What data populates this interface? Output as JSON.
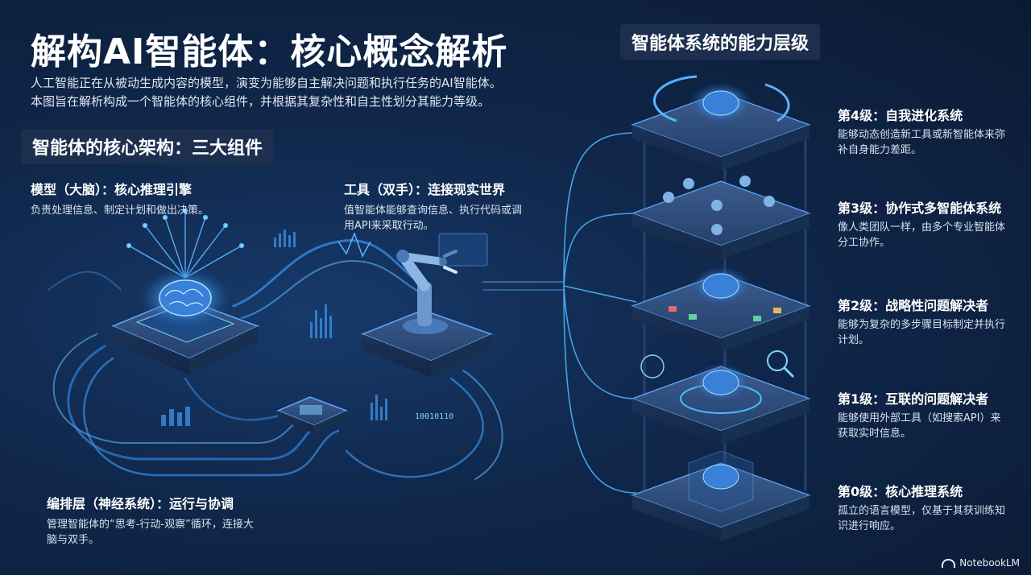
{
  "header": {
    "title": "解构AI智能体：核心概念解析",
    "intro_line1": "人工智能正在从被动生成内容的模型，演变为能够自主解决问题和执行任务的AI智能体。",
    "intro_line2": "本图旨在解析构成一个智能体的核心组件，并根据其复杂性和自主性划分其能力等级。"
  },
  "architecture": {
    "heading": "智能体的核心架构：三大组件",
    "components": [
      {
        "title": "模型（大脑）：核心推理引擎",
        "desc": "负责处理信息、制定计划和做出决策。"
      },
      {
        "title": "工具（双手）：连接现实世界",
        "desc": "值智能体能够查询信息、执行代码或调用API来采取行动。"
      },
      {
        "title": "编排层（神经系统）：运行与协调",
        "desc": "管理智能体的“思考-行动-观察”循环，连接大脑与双手。"
      }
    ],
    "chip_code": "10010110"
  },
  "levels": {
    "heading": "智能体系统的能力层级",
    "items": [
      {
        "title": "第4级：自我进化系统",
        "desc": "能够动态创造新工具或新智能体来弥补自身能力差距。"
      },
      {
        "title": "第3级：协作式多智能体系统",
        "desc": "像人类团队一样，由多个专业智能体分工协作。"
      },
      {
        "title": "第2级：战略性问题解决者",
        "desc": "能够为复杂的多步骤目标制定并执行计划。"
      },
      {
        "title": "第1级：互联的问题解决者",
        "desc": "能够使用外部工具（如搜索API）来获取实时信息。"
      },
      {
        "title": "第0级：核心推理系统",
        "desc": "孤立的语言模型，仅基于其获训练知识进行响应。"
      }
    ]
  },
  "branding": {
    "logo_text": "NotebookLM"
  },
  "colors": {
    "accent": "#4fb8ff",
    "glow": "#7fd4ff",
    "background": "#0d1f3d",
    "panel": "#1d2f4e"
  }
}
